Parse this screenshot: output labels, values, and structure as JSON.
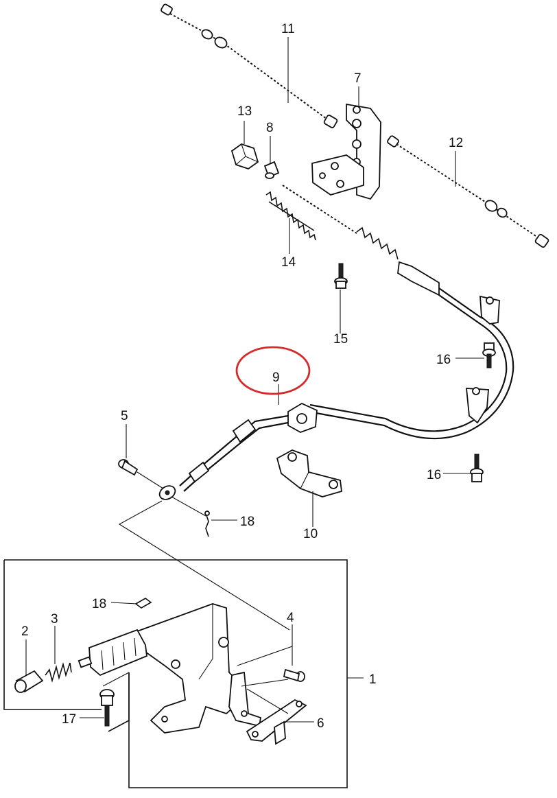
{
  "callouts": {
    "c1": "1",
    "c2": "2",
    "c3": "3",
    "c4": "4",
    "c5": "5",
    "c6": "6",
    "c7": "7",
    "c8": "8",
    "c9": "9",
    "c10": "10",
    "c11": "11",
    "c12": "12",
    "c13": "13",
    "c14": "14",
    "c15": "15",
    "c16a": "16",
    "c16b": "16",
    "c17": "17",
    "c18a": "18",
    "c18b": "18"
  },
  "highlight": {
    "target": "9",
    "color": "#d42a2a"
  }
}
